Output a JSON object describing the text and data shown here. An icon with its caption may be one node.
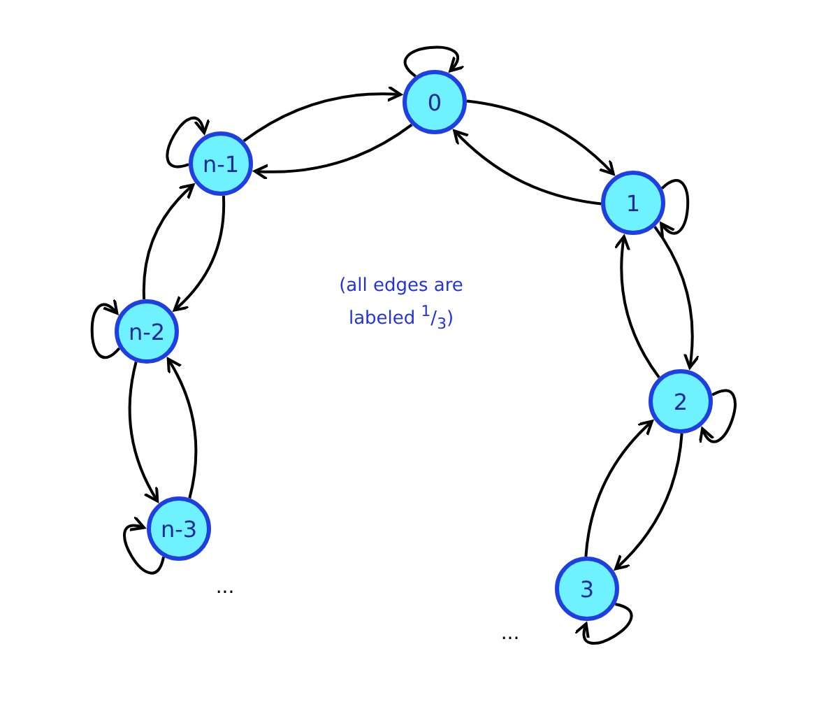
{
  "diagram": {
    "nodes": [
      {
        "text": [
          "0"
        ]
      },
      {
        "text": [
          "1"
        ]
      },
      {
        "text": [
          "2"
        ]
      },
      {
        "text": [
          "3"
        ]
      },
      {
        "text": [
          "n-1"
        ]
      },
      {
        "text": [
          "n-2"
        ]
      },
      {
        "text": [
          "n-3"
        ]
      }
    ],
    "edges": [
      {
        "from": 0,
        "to": 0,
        "arrow": "to"
      },
      {
        "from": 0,
        "to": 1,
        "arrow": "to"
      },
      {
        "from": 1,
        "to": 0,
        "arrow": "to"
      },
      {
        "from": 1,
        "to": 1,
        "arrow": "to"
      },
      {
        "from": 1,
        "to": 2,
        "arrow": "to"
      },
      {
        "from": 2,
        "to": 1,
        "arrow": "to"
      },
      {
        "from": 2,
        "to": 2,
        "arrow": "to"
      },
      {
        "from": 2,
        "to": 3,
        "arrow": "to"
      },
      {
        "from": 3,
        "to": 2,
        "arrow": "to"
      },
      {
        "from": 3,
        "to": 3,
        "arrow": "to"
      },
      {
        "from": 4,
        "to": 0,
        "arrow": "to"
      },
      {
        "from": 0,
        "to": 4,
        "arrow": "to"
      },
      {
        "from": 4,
        "to": 4,
        "arrow": "to"
      },
      {
        "from": 4,
        "to": 5,
        "arrow": "to"
      },
      {
        "from": 5,
        "to": 4,
        "arrow": "to"
      },
      {
        "from": 5,
        "to": 5,
        "arrow": "to"
      },
      {
        "from": 5,
        "to": 6,
        "arrow": "to"
      },
      {
        "from": 6,
        "to": 5,
        "arrow": "to"
      },
      {
        "from": 6,
        "to": 6,
        "arrow": "to"
      }
    ],
    "labels": [
      "(all edges are labeled $^{1}$/$_{3}$)",
      "...",
      "..."
    ]
  }
}
